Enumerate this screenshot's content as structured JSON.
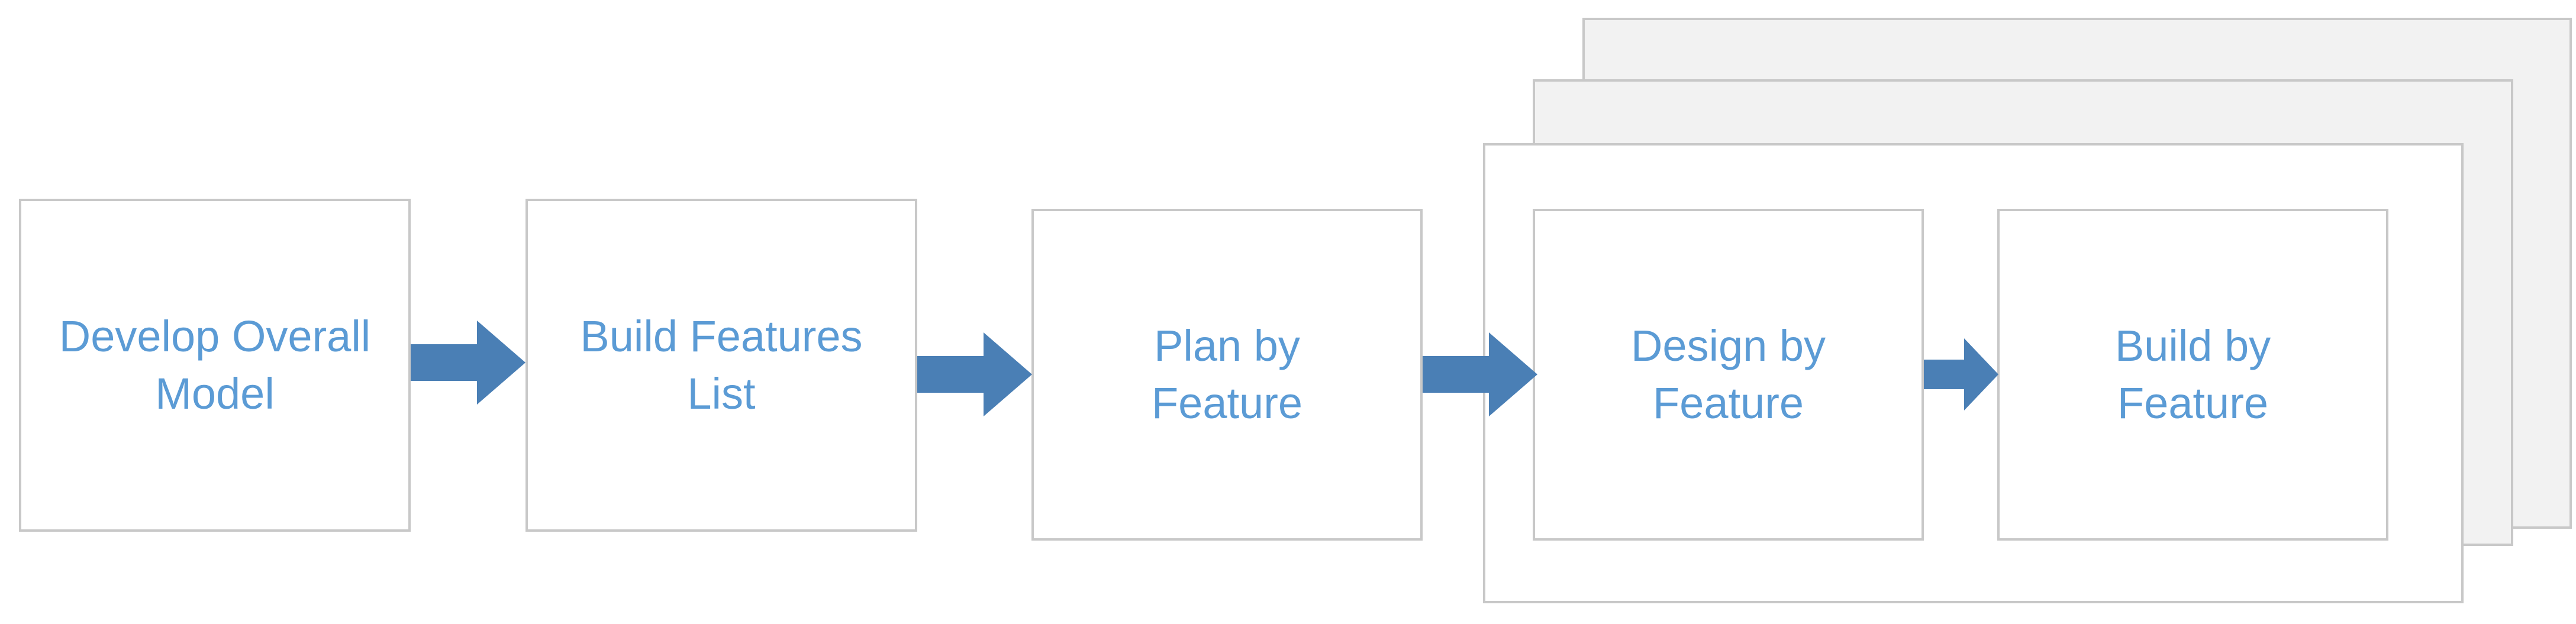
{
  "diagram": {
    "steps": [
      {
        "label": "Develop Overall\nModel"
      },
      {
        "label": "Build Features\nList"
      },
      {
        "label": "Plan by\nFeature"
      },
      {
        "label": "Design by\nFeature"
      },
      {
        "label": "Build by\nFeature"
      }
    ],
    "colors": {
      "text": "#5b9bd5",
      "arrow": "#4a7fb5",
      "border": "#c8c8c8",
      "stack_fill": "#f2f2f2"
    }
  }
}
